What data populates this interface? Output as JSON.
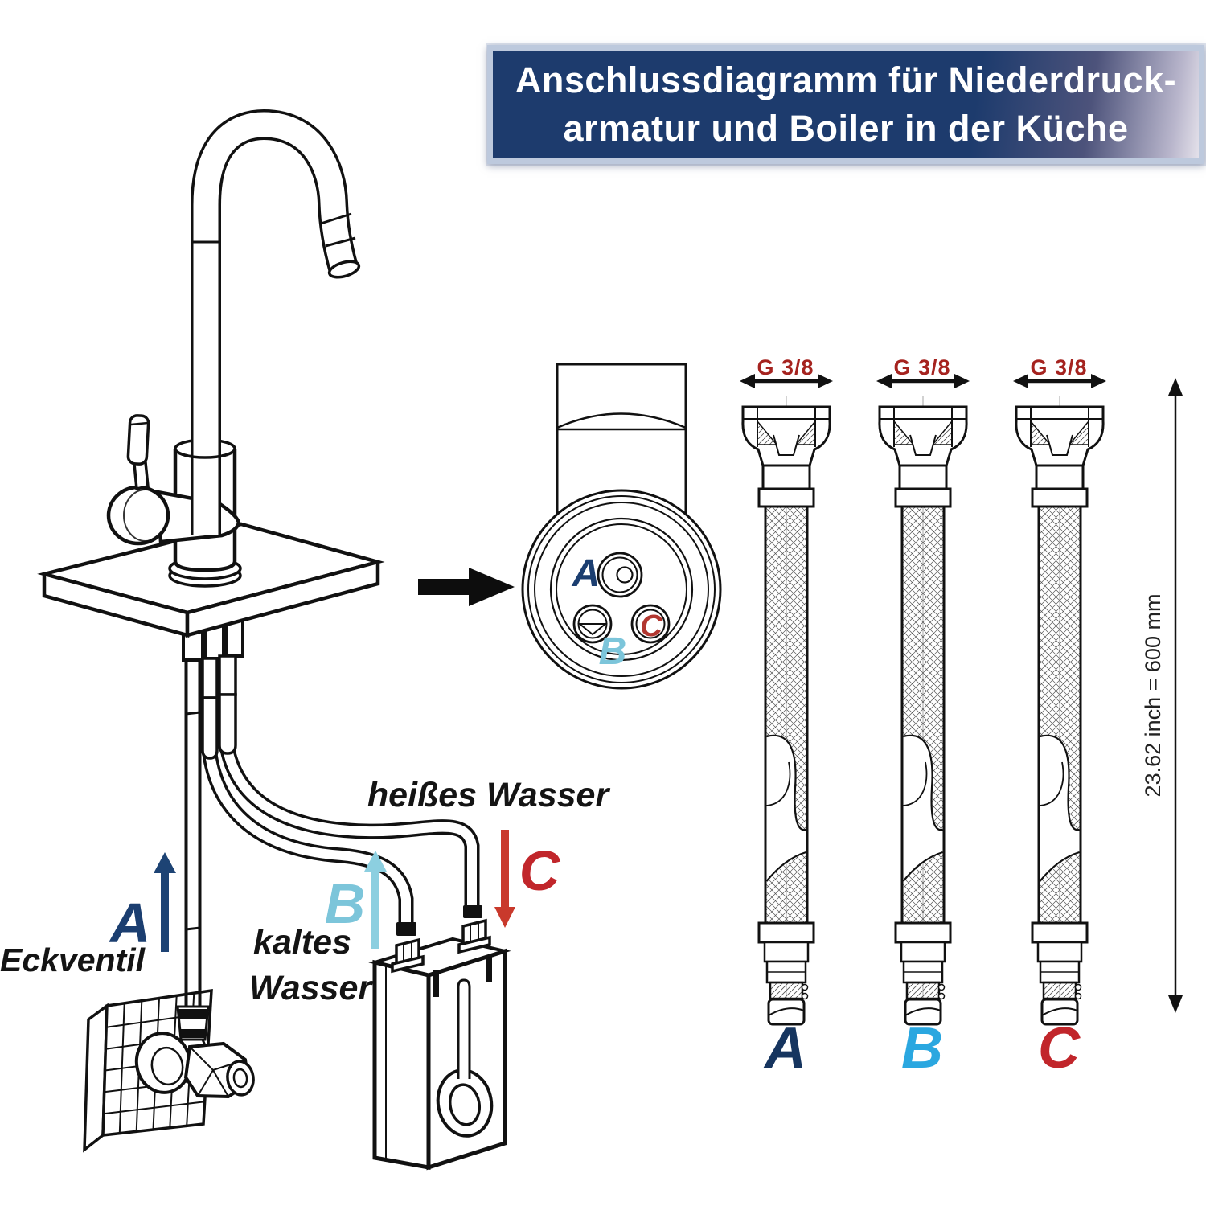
{
  "title": {
    "line1": "Anschlussdiagramm für Niederdruck-",
    "line2": "armatur und Boiler in der Küche"
  },
  "colors": {
    "banner_bg": "#1d3b6d",
    "banner_border": "#bdc9dd",
    "banner_text": "#ffffff",
    "navy": "#1b3e70",
    "navy_dark": "#16355f",
    "light_blue": "#7cc5da",
    "bright_blue": "#2aa7e0",
    "red": "#c1262b",
    "red_soft": "#b23730",
    "thread_red": "#a5231f",
    "arrow_navy": "#1d4374",
    "arrow_light_blue": "#8ccfe0",
    "arrow_red": "#c9392c",
    "line_art": "#111111"
  },
  "installation": {
    "connector_a_label": "A",
    "valve_label": "Eckventil",
    "connector_b_label": "B",
    "cold_water_line1": "kaltes",
    "cold_water_line2": "Wasser",
    "hot_water_label": "heißes Wasser",
    "connector_c_label": "C"
  },
  "bottom_view": {
    "port_a": "A",
    "port_b": "B",
    "port_c": "C"
  },
  "hoses": {
    "length_label": "23.62 inch = 600 mm",
    "items": [
      {
        "id": "A",
        "thread": "G 3/8"
      },
      {
        "id": "B",
        "thread": "G 3/8"
      },
      {
        "id": "C",
        "thread": "G 3/8"
      }
    ]
  }
}
